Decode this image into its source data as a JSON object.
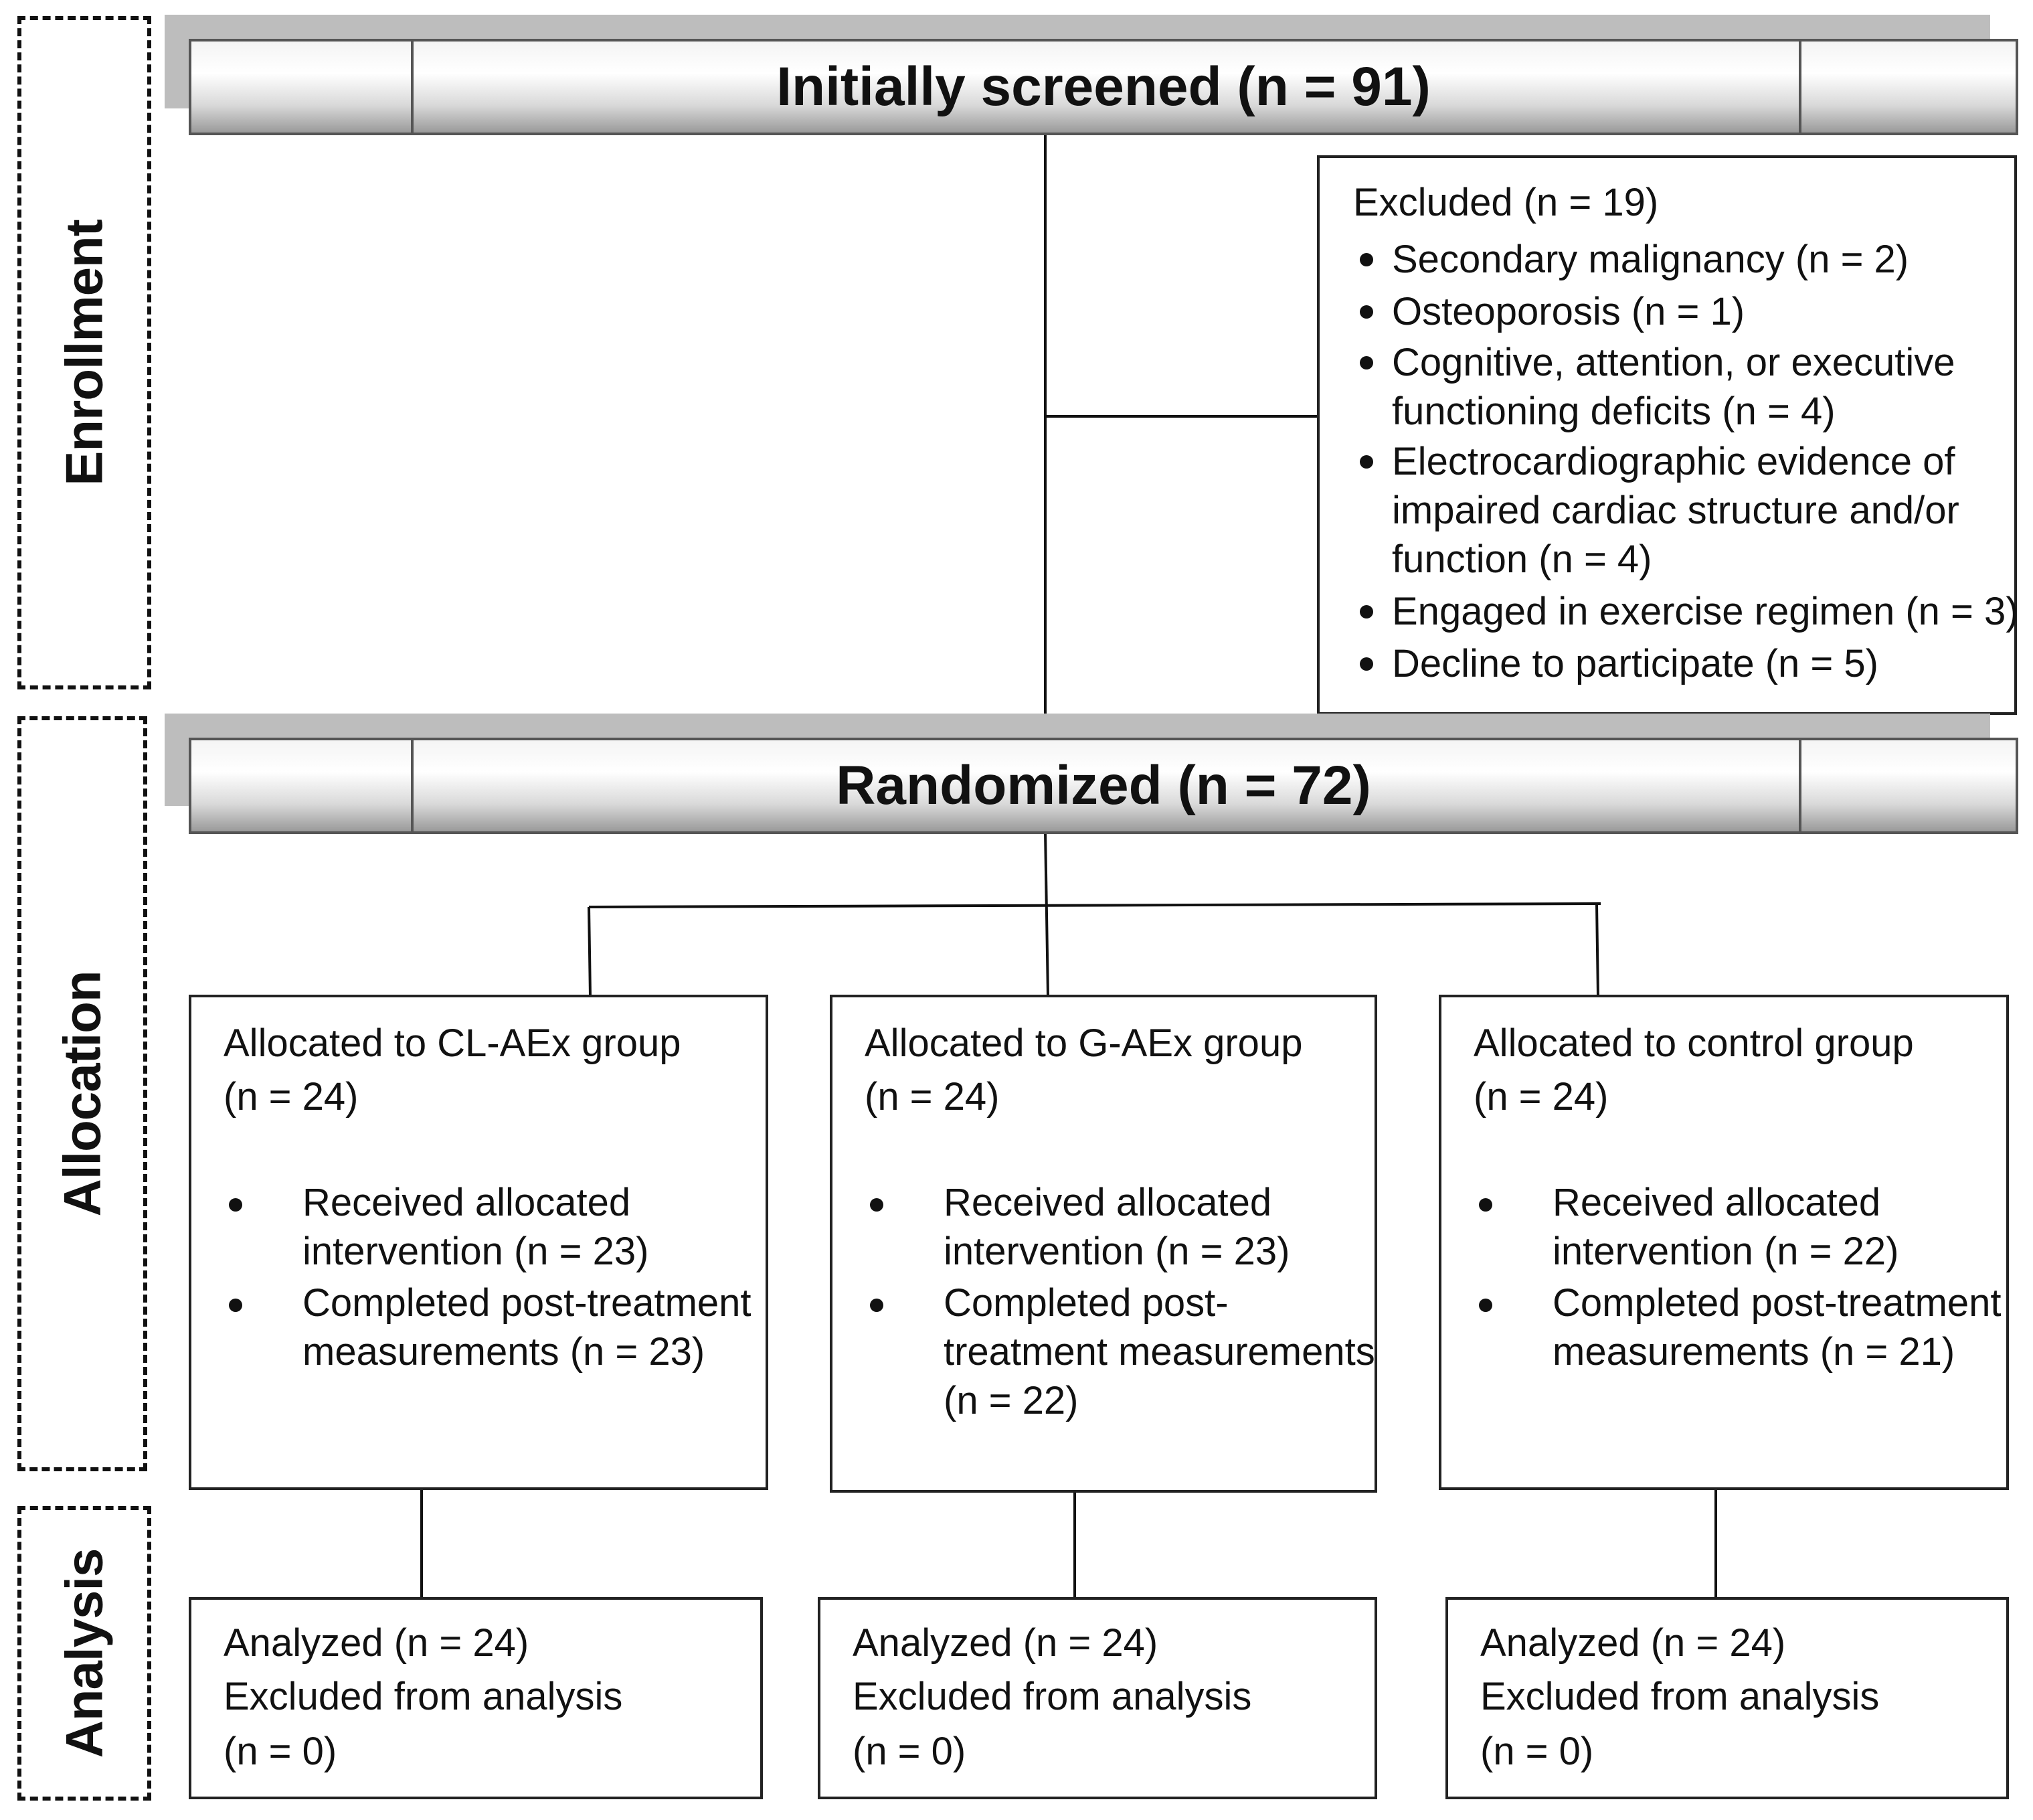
{
  "stages": {
    "enrollment": "Enrollment",
    "allocation": "Allocation",
    "analysis": "Analysis"
  },
  "screened": {
    "title": "Initially screened (n = 91)"
  },
  "excluded": {
    "title": "Excluded (n = 19)",
    "items": [
      "Secondary malignancy (n = 2)",
      "Osteoporosis (n = 1)",
      "Cognitive, attention, or executive",
      "functioning deficits (n = 4)",
      "Electrocardiographic evidence of",
      "impaired cardiac structure and/or",
      "function (n = 4)",
      "Engaged in exercise regimen (n = 3)",
      "Decline to participate (n = 5)"
    ]
  },
  "randomized": {
    "title": "Randomized (n = 72)"
  },
  "groups": [
    {
      "title_line1": "Allocated to CL-AEx group",
      "title_line2": "(n = 24)",
      "lines": [
        "Received allocated",
        "intervention (n = 23)",
        "Completed post-treatment",
        "measurements (n = 23)"
      ],
      "analyzed": "Analyzed (n = 24)",
      "excluded_label": "Excluded from analysis",
      "excluded_n": " (n = 0)"
    },
    {
      "title_line1": "Allocated to G-AEx group",
      "title_line2": "(n = 24)",
      "lines": [
        "Received allocated",
        "intervention (n = 23)",
        "Completed post-",
        "treatment measurements",
        "(n = 22)"
      ],
      "analyzed": "Analyzed (n = 24)",
      "excluded_label": "Excluded from analysis",
      "excluded_n": " (n = 0)"
    },
    {
      "title_line1": "Allocated to control group",
      "title_line2": "(n = 24)",
      "lines": [
        "Received allocated",
        "intervention (n = 22)",
        "Completed post-treatment",
        "measurements (n = 21)"
      ],
      "analyzed": "Analyzed (n = 24)",
      "excluded_label": "Excluded from analysis",
      "excluded_n": "(n = 0)"
    }
  ]
}
